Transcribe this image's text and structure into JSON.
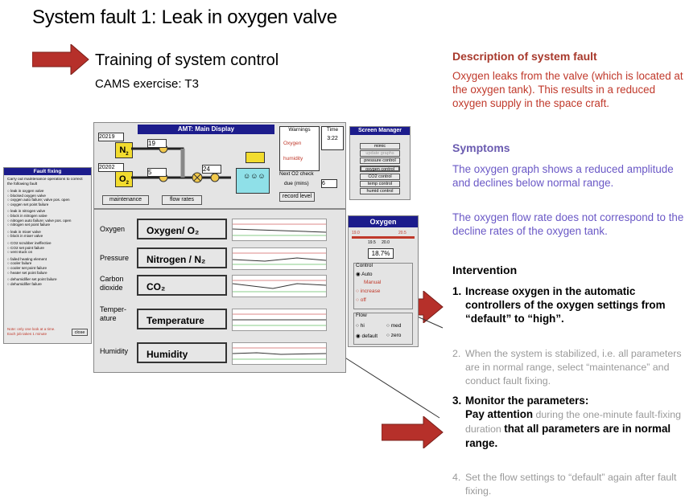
{
  "title": "System fault 1: Leak in oxygen valve",
  "subtitle": "Training of system control",
  "exercise": "CAMS exercise: T3",
  "colors": {
    "arrow": "#b6302a",
    "window_title": "#1c1c8c",
    "red_text": "#c0392b",
    "purple_text": "#6a58c6"
  },
  "description": {
    "heading": "Description of system fault",
    "text": "Oxygen leaks from the valve (which is located at the oxygen tank). This results in a reduced oxygen supply in the space craft."
  },
  "symptoms": {
    "heading": "Symptoms",
    "text1": "The oxygen graph shows a reduced amplitude and declines below normal range.",
    "text2": "The oxygen flow rate does not correspond to the decline rates of the oxygen tank."
  },
  "intervention": {
    "heading": "Intervention",
    "step1_num": "1.",
    "step1_text": "Increase oxygen in the automatic controllers of the oxygen settings from “default” to “high”.",
    "step2_num": "2.",
    "step2_text": "When the system is stabilized, i.e. all parameters are in normal range, select “maintenance” and conduct fault fixing.",
    "step3_num": "3.",
    "step3_a": "Monitor the parameters:",
    "step3_b": "Pay attention",
    "step3_c": " during the one-minute fault-fixing duration ",
    "step3_d": "that all parameters are in normal range.",
    "step4_num": "4.",
    "step4_text": "Set the flow settings to “default” again after fault fixing."
  },
  "main_display": {
    "title": "AMT: Main Display",
    "tank_n2_label": "20219",
    "tank_o2_label": "20202",
    "n2_letter": "N",
    "o2_letter": "O",
    "flow_n2": "19",
    "flow_o2": "5",
    "flow_mix": "24",
    "maintenance_btn": "maintenance",
    "flow_rates_btn": "flow rates",
    "warnings_label": "Warnings",
    "warn1": "Oxygen",
    "warn2": "humidity",
    "time_label": "Time",
    "time_value": "3:22",
    "next_check_label": "Next O2 check",
    "due_label": "due (mins)",
    "due_value": "6",
    "record_level_btn": "record level"
  },
  "screen_manager": {
    "title": "Screen Manager",
    "buttons": [
      "mimic",
      "update graphs",
      "pressure control",
      "oxygen control",
      "CO2 control",
      "temp control",
      "humid control"
    ]
  },
  "graphs": [
    {
      "label": "Oxygen",
      "name": "Oxygen/ O₂"
    },
    {
      "label": "Pressure",
      "name": "Nitrogen / N₂"
    },
    {
      "label": "Carbon dioxide",
      "name": "CO₂"
    },
    {
      "label": "Temper-ature",
      "name": "Temperature"
    },
    {
      "label": "Humidity",
      "name": "Humidity"
    }
  ],
  "oxygen_panel": {
    "title": "Oxygen",
    "scale_low": "19.0",
    "scale_mid1": "19.5",
    "scale_mid2": "20.0",
    "scale_high": "20.5",
    "value": "18.7%",
    "control_label": "Control",
    "auto": "Auto",
    "manual": "Manual",
    "increase": "increase",
    "off": "off",
    "flow_label": "Flow",
    "hi": "hi",
    "med": "med",
    "default": "default",
    "zero": "zero"
  },
  "fault_fixing": {
    "title": "Fault fixing",
    "intro": "Carry out maintenance operations to correct the following fault",
    "options": [
      "leak in oxygen valve",
      "blocked oxygen valve",
      "oxygen auto failure; valve pos. open",
      "oxygen set point failure",
      "",
      "leak in nitrogen valve",
      "block in nitrogen valve",
      "nitrogen auto failure; valve pos. open",
      "nitrogen set point failure",
      "",
      "leak in mixer valve",
      "block in mixer valve",
      "",
      "CO2 scrubber ineffective",
      "CO2 set point failure",
      "vent stuck on",
      "",
      "failed heating element",
      "cooler failure",
      "cooler set point failure",
      "heater set point failure",
      "",
      "dehumidifier set point failure",
      "dehumidifier failure"
    ],
    "note": "Note: only one look at a time. Each job takes 1 minute",
    "close_btn": "close"
  }
}
